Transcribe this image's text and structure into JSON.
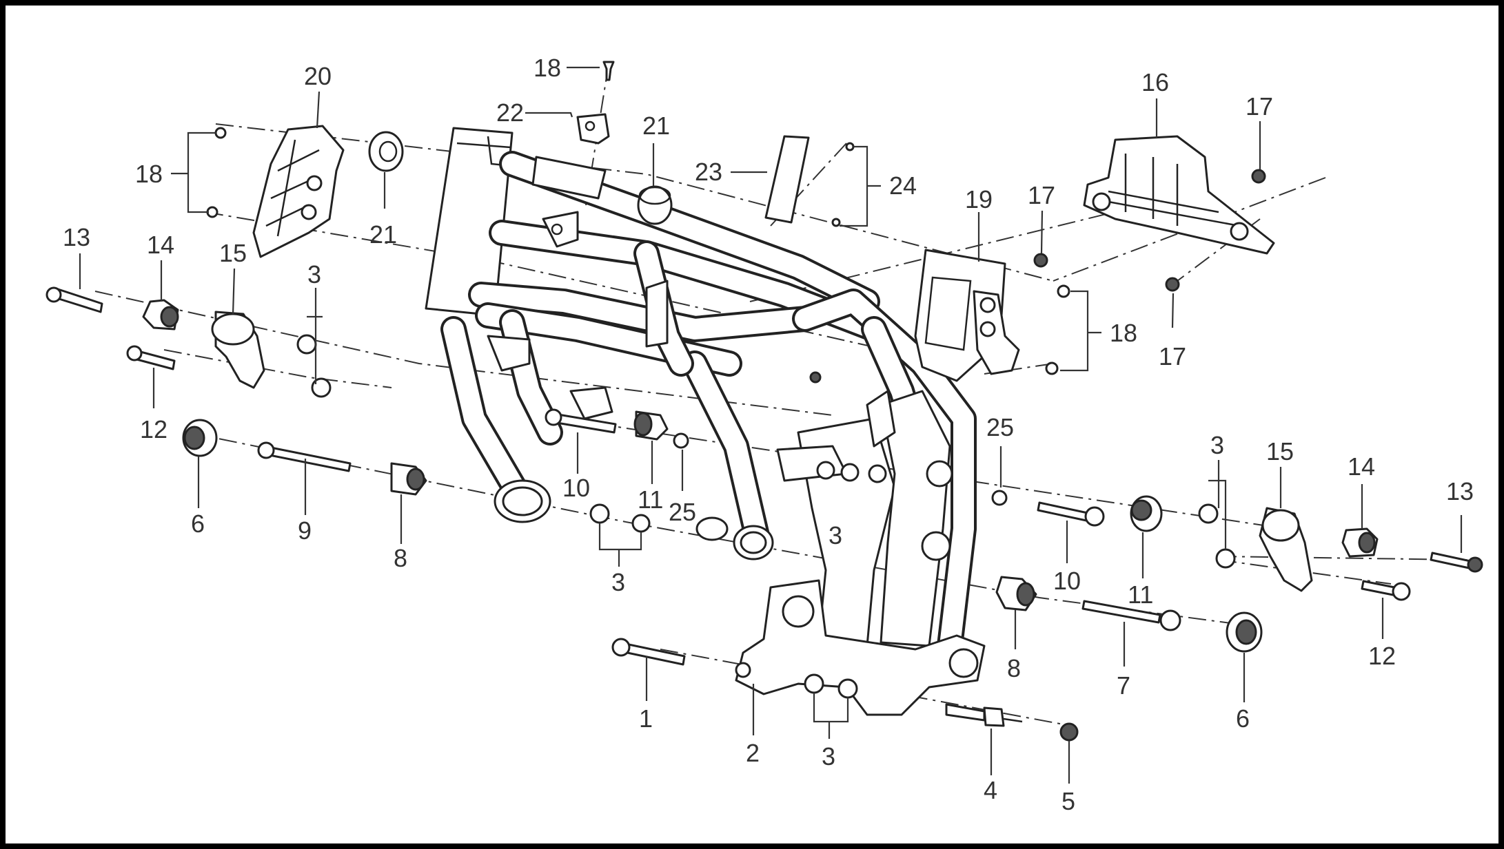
{
  "diagram": {
    "callouts": [
      {
        "id": "c18a",
        "label": "18"
      },
      {
        "id": "c22",
        "label": "22"
      },
      {
        "id": "c20",
        "label": "20"
      },
      {
        "id": "c21a",
        "label": "21"
      },
      {
        "id": "c21b",
        "label": "21"
      },
      {
        "id": "c23",
        "label": "23"
      },
      {
        "id": "c24",
        "label": "24"
      },
      {
        "id": "c16",
        "label": "16"
      },
      {
        "id": "c17a",
        "label": "17"
      },
      {
        "id": "c17b",
        "label": "17"
      },
      {
        "id": "c17c",
        "label": "17"
      },
      {
        "id": "c19",
        "label": "19"
      },
      {
        "id": "c18b",
        "label": "18"
      },
      {
        "id": "c18c",
        "label": "18"
      },
      {
        "id": "c13a",
        "label": "13"
      },
      {
        "id": "c14a",
        "label": "14"
      },
      {
        "id": "c15a",
        "label": "15"
      },
      {
        "id": "c3a",
        "label": "3"
      },
      {
        "id": "c12a",
        "label": "12"
      },
      {
        "id": "c6a",
        "label": "6"
      },
      {
        "id": "c9",
        "label": "9"
      },
      {
        "id": "c8a",
        "label": "8"
      },
      {
        "id": "c10a",
        "label": "10"
      },
      {
        "id": "c11a",
        "label": "11"
      },
      {
        "id": "c25a",
        "label": "25"
      },
      {
        "id": "c3b",
        "label": "3"
      },
      {
        "id": "c25b",
        "label": "25"
      },
      {
        "id": "c3c",
        "label": "3"
      },
      {
        "id": "c3d",
        "label": "3"
      },
      {
        "id": "c15b",
        "label": "15"
      },
      {
        "id": "c14b",
        "label": "14"
      },
      {
        "id": "c13b",
        "label": "13"
      },
      {
        "id": "c10b",
        "label": "10"
      },
      {
        "id": "c11b",
        "label": "11"
      },
      {
        "id": "c8b",
        "label": "8"
      },
      {
        "id": "c7",
        "label": "7"
      },
      {
        "id": "c6b",
        "label": "6"
      },
      {
        "id": "c12b",
        "label": "12"
      },
      {
        "id": "c1",
        "label": "1"
      },
      {
        "id": "c2",
        "label": "2"
      },
      {
        "id": "c3e",
        "label": "3"
      },
      {
        "id": "c4",
        "label": "4"
      },
      {
        "id": "c5",
        "label": "5"
      }
    ]
  }
}
